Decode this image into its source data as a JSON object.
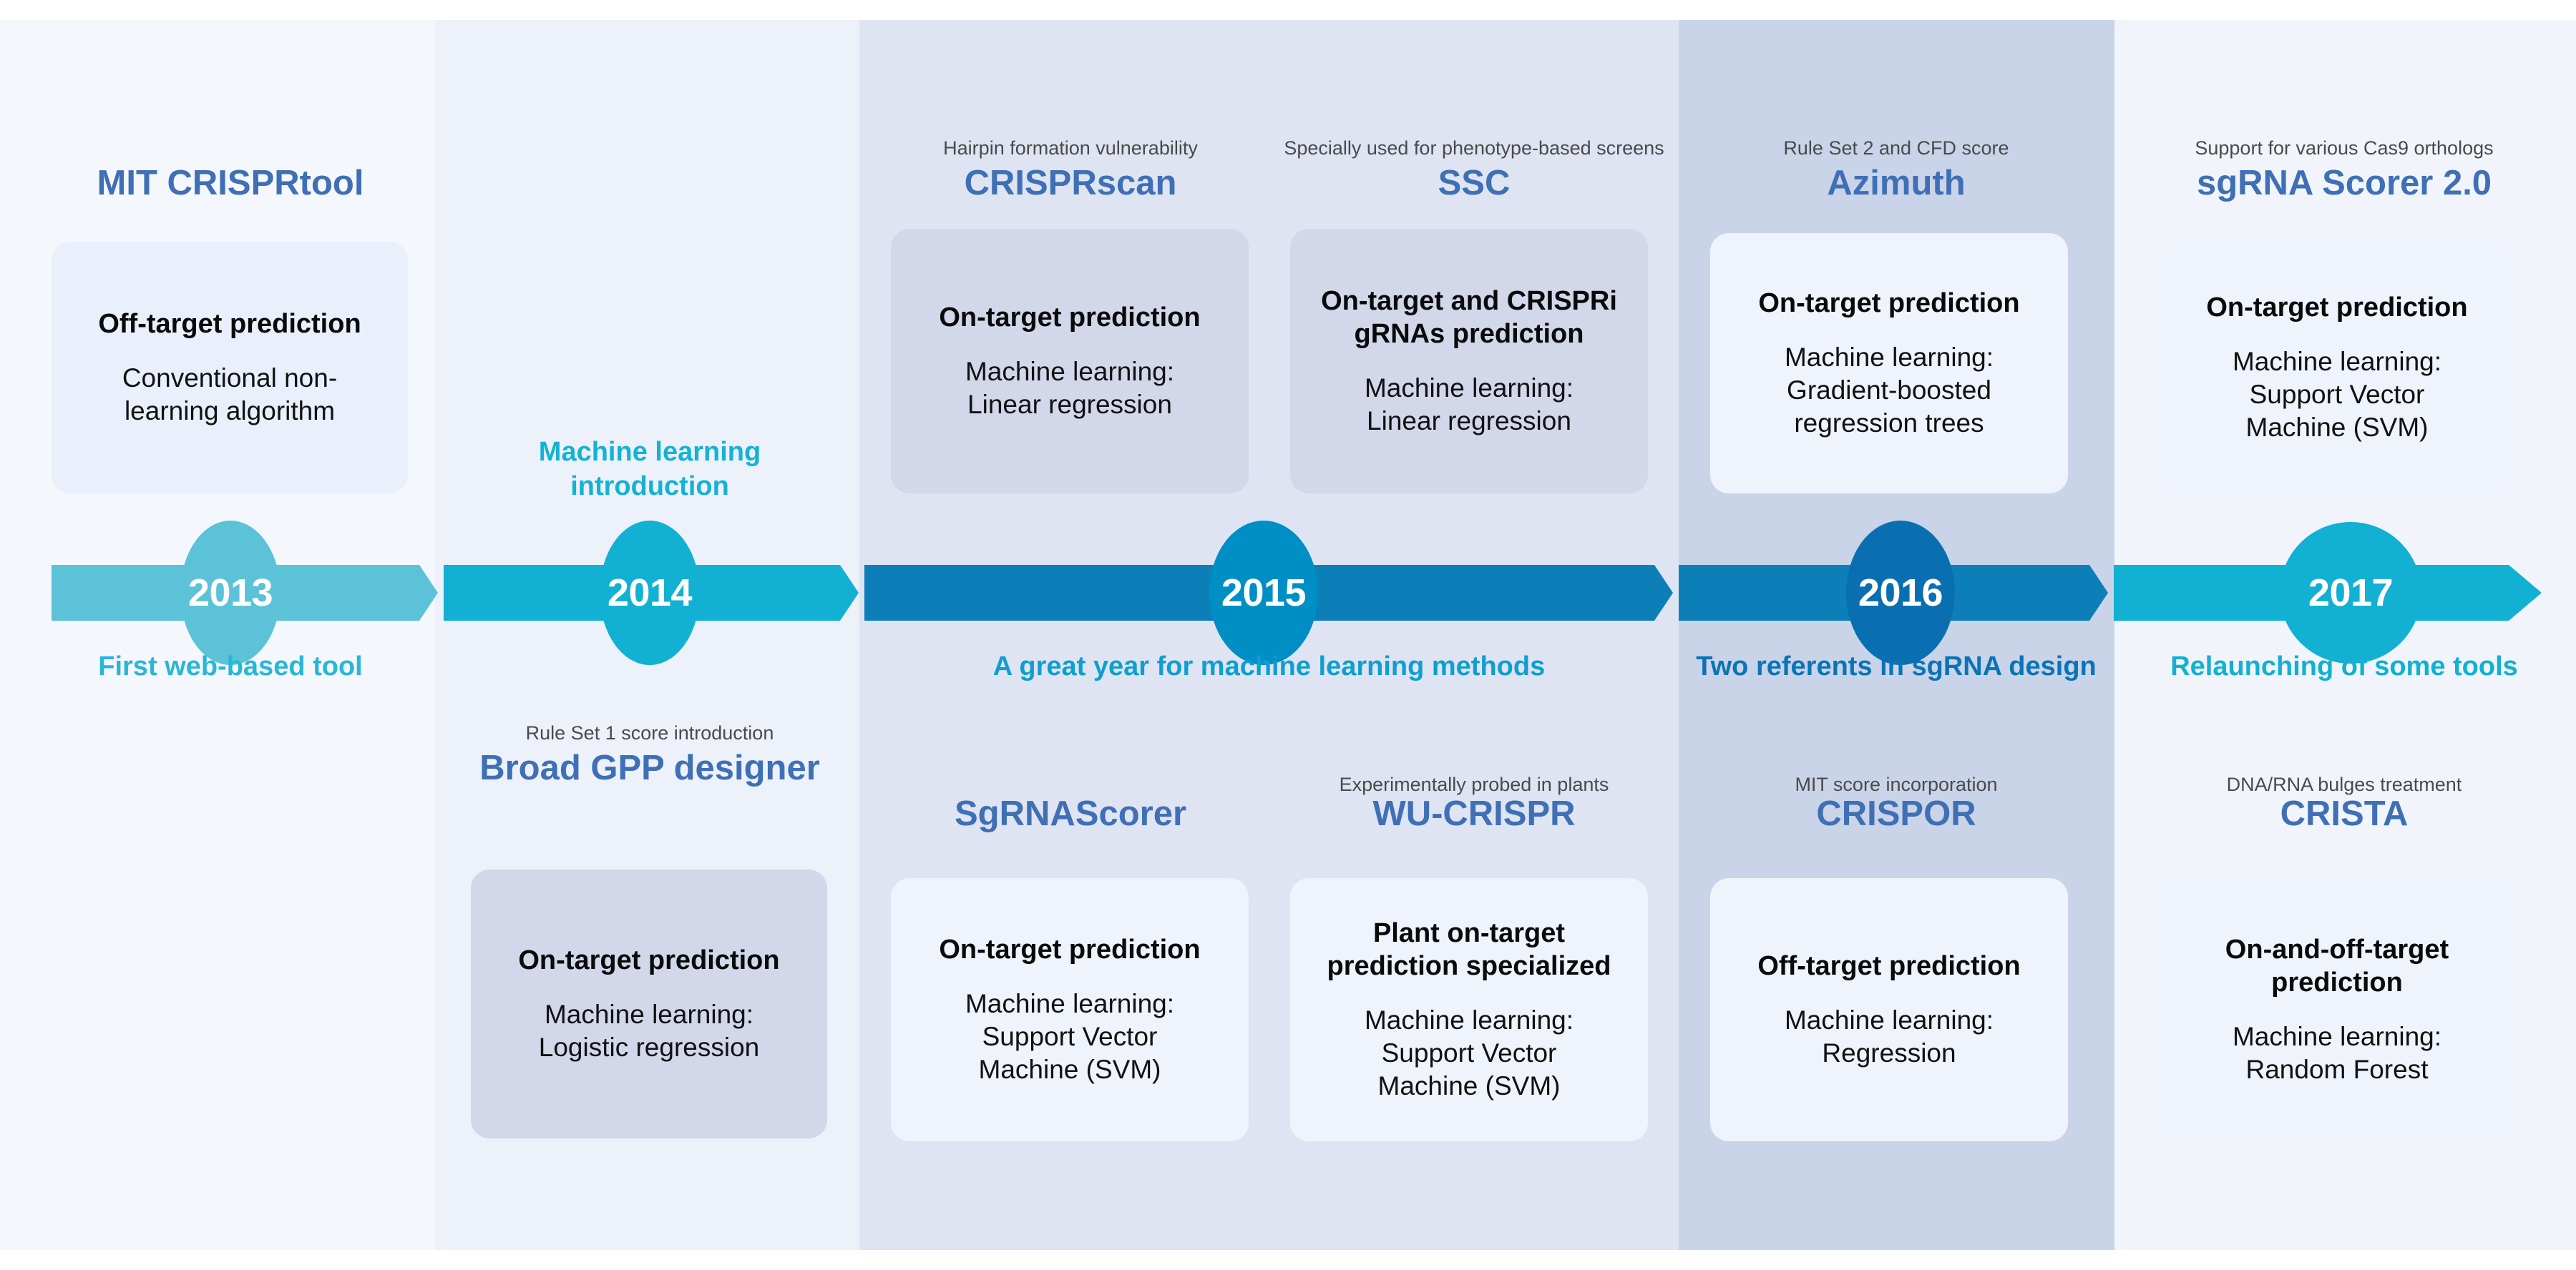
{
  "palette": {
    "tool_name_blue": "#3f6fb5",
    "kicker_grey": "#4a4a4a",
    "card_text": "#0a0a0a",
    "cyan_light": "#5bc2d8",
    "cyan": "#14b2d4",
    "cyan_deep": "#0aa8cf",
    "blue_mid": "#0b86c3",
    "blue_dark": "#0a6fb0",
    "band_2013": "#f4f7fc",
    "band_2014": "#edf1fa",
    "band_2015": "#dee4f2",
    "band_2016": "#c9d4e9",
    "band_2017": "#f1f5fb",
    "card_pale": "#e9f0fb",
    "card_violet": "#d2d7ea",
    "card_white_blue": "#eef3fc"
  },
  "timeline": {
    "years": [
      {
        "year": "2013",
        "caption": "First web-based tool",
        "caption_color": "#29b6d8",
        "bubble_color": "#5bc2d8",
        "segment_color": "#5bc2d8"
      },
      {
        "year": "2014",
        "caption": "Machine learning introduction",
        "caption_position": "above",
        "caption_color": "#14b2d4",
        "bubble_color": "#12b0d2",
        "segment_color": "#12b0d2"
      },
      {
        "year": "2015",
        "caption": "A great year for machine learning methods",
        "caption_color": "#0f9ed0",
        "bubble_color": "#008fc4",
        "segment_color": "#0c7fb8"
      },
      {
        "year": "2016",
        "caption": "Two referents in sgRNA design",
        "caption_color": "#0b74b6",
        "bubble_color": "#0a6fb0",
        "segment_color": "#0c7fb8"
      },
      {
        "year": "2017",
        "caption": "Relaunching of some tools",
        "caption_color": "#12b0d2",
        "bubble_color": "#12b0d2",
        "segment_color": "#12b0d2"
      }
    ]
  },
  "tools": {
    "mit_crisprtool": {
      "kicker": "",
      "name": "MIT CRISPRtool",
      "card_heading": "Off-target prediction",
      "card_detail": "Conventional non-\nlearning algorithm"
    },
    "broad_gpp": {
      "kicker": "Rule Set 1 score introduction",
      "name": "Broad GPP designer",
      "card_heading": "On-target prediction",
      "card_detail": "Machine learning:\nLogistic regression"
    },
    "crisprscan": {
      "kicker": "Hairpin formation vulnerability",
      "name": "CRISPRscan",
      "card_heading": "On-target prediction",
      "card_detail": "Machine learning:\nLinear regression"
    },
    "ssc": {
      "kicker": "Specially used for phenotype-based screens",
      "name": "SSC",
      "card_heading": "On-target and CRISPRi gRNAs prediction",
      "card_detail": "Machine learning:\nLinear regression"
    },
    "sgrnascorer": {
      "kicker": "",
      "name": "SgRNAScorer",
      "card_heading": "On-target prediction",
      "card_detail": "Machine learning:\nSupport Vector\nMachine (SVM)"
    },
    "wu_crispr": {
      "kicker": "Experimentally probed in plants",
      "name": "WU-CRISPR",
      "card_heading": "Plant on-target prediction specialized",
      "card_detail": "Machine learning:\nSupport Vector\nMachine (SVM)"
    },
    "azimuth": {
      "kicker": "Rule Set 2 and CFD score",
      "name": "Azimuth",
      "card_heading": "On-target prediction",
      "card_detail": "Machine learning:\nGradient-boosted\nregression trees"
    },
    "crispor": {
      "kicker": "MIT score incorporation",
      "name": "CRISPOR",
      "card_heading": "Off-target prediction",
      "card_detail": "Machine learning:\nRegression"
    },
    "sgrna_scorer_2": {
      "kicker": "Support for various Cas9 orthologs",
      "name": "sgRNA Scorer 2.0",
      "card_heading": "On-target prediction",
      "card_detail": "Machine learning:\nSupport Vector\nMachine (SVM)"
    },
    "crista": {
      "kicker": "DNA/RNA bulges treatment",
      "name": "CRISTA",
      "card_heading": "On-and-off-target prediction",
      "card_detail": "Machine learning:\nRandom Forest"
    }
  }
}
